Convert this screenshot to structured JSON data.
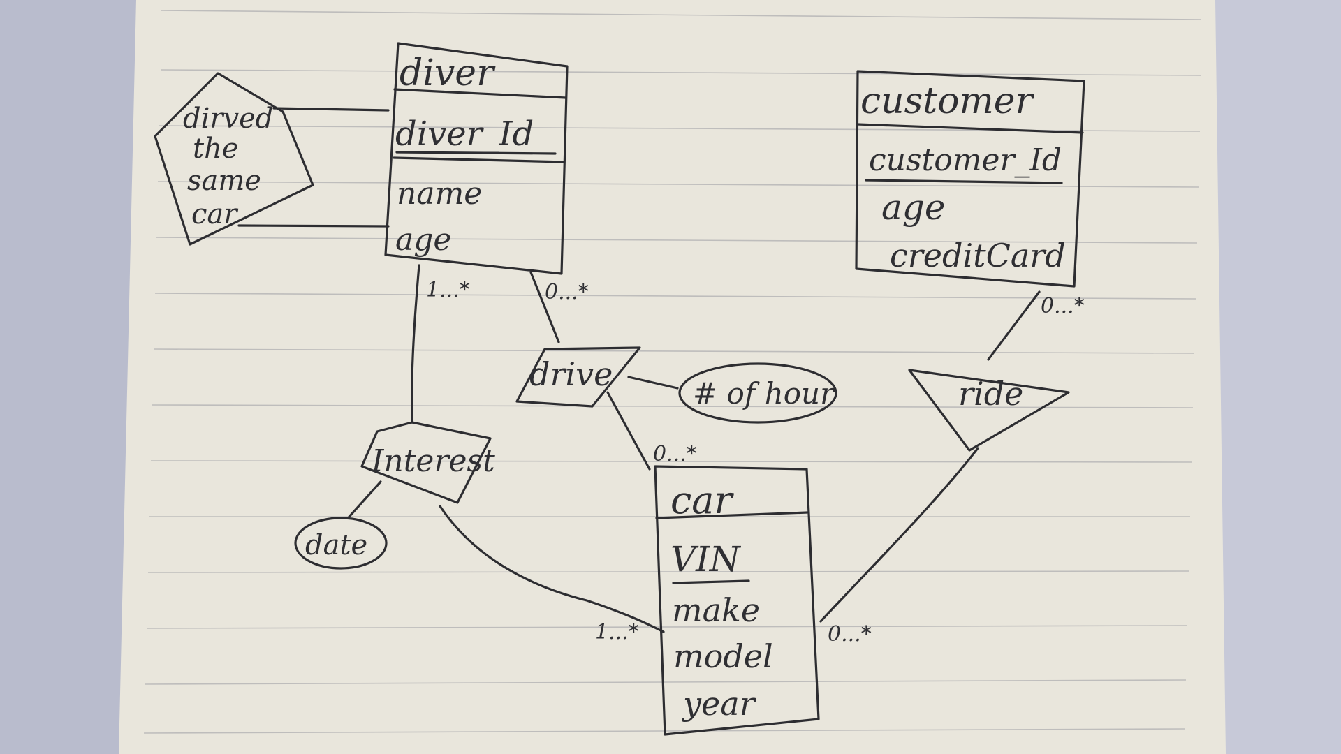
{
  "entities": {
    "driver": {
      "title": "diver",
      "key": "diver_Id",
      "attrs": [
        "name",
        "age"
      ]
    },
    "customer": {
      "title": "customer",
      "key": "customer_Id",
      "attrs": [
        "age",
        "creditCard"
      ]
    },
    "car": {
      "title": "car",
      "key": "VIN",
      "attrs": [
        "make",
        "model",
        "year"
      ]
    }
  },
  "relationships": {
    "drive": "drive",
    "interest": "Interest",
    "ride": "ride",
    "same_car": [
      "dirved",
      "the",
      "same",
      "car"
    ]
  },
  "attributes": {
    "hours": "# of hour",
    "date": "date"
  },
  "multiplicities": {
    "driver_interest": "1...*",
    "driver_drive": "0...*",
    "drive_car": "0...*",
    "interest_car": "1...*",
    "customer_ride": "0...*",
    "ride_car": "0...*"
  },
  "colors": {
    "ink": "#2d2d31",
    "paper": "#e9e6dc",
    "background": "#b9bccd"
  }
}
